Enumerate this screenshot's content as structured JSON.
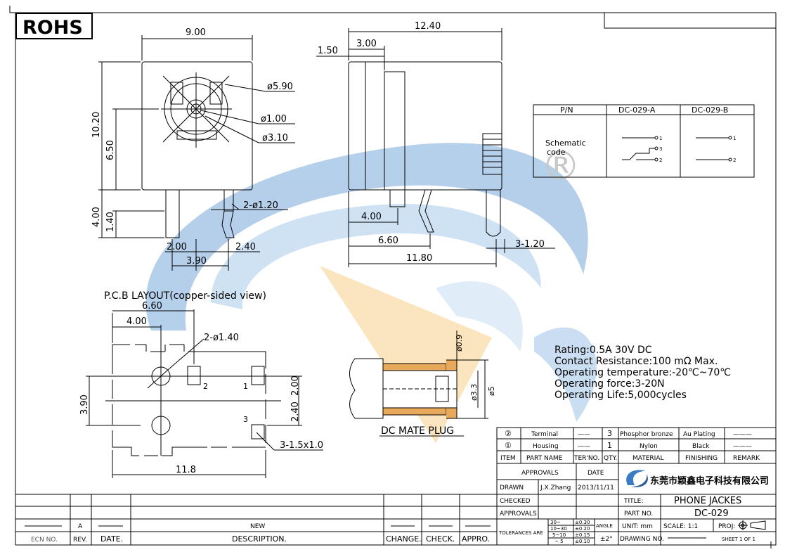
{
  "badge": "ROHS",
  "front_view": {
    "width": "9.00",
    "height": "10.20",
    "inner_height": "6.50",
    "phi_outer": "ø5.90",
    "phi_pin": "ø1.00",
    "phi_mid": "ø3.10",
    "pin_len": "4.00",
    "pin_len_short": "1.40",
    "pin_dia": "2-ø1.20",
    "pitch_left": "2.00",
    "pitch_right": "2.40",
    "pitch_total": "3.90"
  },
  "side_view": {
    "length": "12.40",
    "front_lip": "1.50",
    "front_depth": "3.00",
    "pin1": "4.00",
    "pin2": "6.60",
    "body": "11.80",
    "pin_dia": "3-1.20"
  },
  "pcb": {
    "title": "P.C.B LAYOUT(copper-sided view)",
    "w1": "6.60",
    "w2": "4.00",
    "hole_dia": "2-ø1.40",
    "h_total": "3.90",
    "h_a": "2.00",
    "h_b": "2.40",
    "slot": "3-1.5x1.0",
    "width": "11.8",
    "pad1": "1",
    "pad2": "2",
    "pad3": "3"
  },
  "plug": {
    "label": "DC MATE PLUG",
    "wall": "ø0.9",
    "inner": "ø3.3",
    "outer": "ø5"
  },
  "pn_table": {
    "header": [
      "P/N",
      "DC-029-A",
      "DC-029-B"
    ],
    "row_label_1": "Schematic",
    "row_label_2": "code",
    "pins_a": [
      "1",
      "3",
      "2"
    ],
    "pins_b": [
      "1",
      "2"
    ]
  },
  "specs": [
    "Rating:0.5A 30V DC",
    "Contact Resistance:100 mΩ Max.",
    "Operating temperature:-20℃~70℃",
    "Operating force:3-20N",
    "Operating Life:5,000cycles"
  ],
  "watermark": "®",
  "bom": [
    {
      "item": "②",
      "name": "Terminal",
      "ter": "——",
      "qty": "3",
      "material": "Phosphor bronze",
      "finish": "Au Plating",
      "remark": "———"
    },
    {
      "item": "①",
      "name": "Housing",
      "ter": "——",
      "qty": "1",
      "material": "Nylon",
      "finish": "Black",
      "remark": "———"
    }
  ],
  "bom_header": [
    "ITEM",
    "PART NAME",
    "TER'NO.",
    "QTY.",
    "MATERIAL",
    "FINISHING",
    "REMARK"
  ],
  "title_block": {
    "approvals": "APPROVALS",
    "date": "DATE",
    "drawn": "DRAWN",
    "drawn_by": "J.X.Zhang",
    "drawn_date": "2013/11/11",
    "checked": "CHECKED",
    "approvals2": "APPROVALS",
    "company": "东莞市颖鑫电子科技有限公司",
    "title_label": "TITLE:",
    "title": "PHONE JACKES",
    "part_label": "PART NO.",
    "part": "DC-029",
    "tol_label": "TOLERANCES ARE",
    "tol_ranges": [
      "30~",
      "10~30",
      "5~10",
      "~ 5"
    ],
    "tol_vals": [
      "±0.30",
      "±0.20",
      "±0.15",
      "±0.10"
    ],
    "angle_label": "ANGLE",
    "angle": "±2°",
    "unit": "UNIT: mm",
    "scale": "SCALE:  1:1",
    "proj": "PROJ:",
    "drawing_no": "DRAWING NO.",
    "sheet": "SHEET  1 OF 1"
  },
  "revision": {
    "rev": "A",
    "desc": "NEW",
    "headers": [
      "ECN NO.",
      "REV.",
      "DATE.",
      "DESCRIPTION.",
      "CHANGE.",
      "CHECK.",
      "APPRO."
    ]
  }
}
